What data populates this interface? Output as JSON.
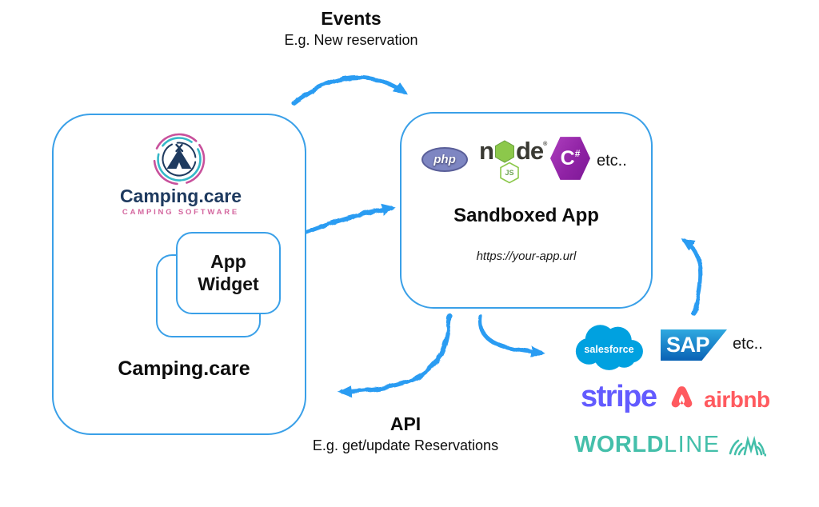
{
  "colors": {
    "box_border_blue": "#3AA0E8",
    "arrow_blue": "#2B9CF2",
    "camping_navy": "#1E3A5F",
    "camping_pink": "#D4679F",
    "php_purple": "#7E86C2",
    "node_green": "#8CC84B",
    "csharp_purple": "#9023A5",
    "salesforce_blue": "#00A1E0",
    "sap_blue": "#0A62B5",
    "stripe_purple": "#635BFF",
    "airbnb_coral": "#FF5A5F",
    "worldline_teal": "#44BFAA"
  },
  "events_label": {
    "title": "Events",
    "subtitle": "E.g. New reservation"
  },
  "api_label": {
    "title": "API",
    "subtitle": "E.g. get/update Reservations"
  },
  "camping_box": {
    "logo_wordmark": "Camping.care",
    "logo_tagline": "CAMPING SOFTWARE",
    "widget_label": "App Widget",
    "name_label": "Camping.care"
  },
  "sandbox_box": {
    "title": "Sandboxed App",
    "url": "https://your-app.url",
    "php_label": "php",
    "node_prefix": "n",
    "node_suffix": "de",
    "node_reg": "®",
    "node_js_badge": "JS",
    "csharp_letter": "C",
    "csharp_hash": "#",
    "etc_label": "etc.."
  },
  "integrations": {
    "salesforce_label": "salesforce",
    "sap_label": "SAP",
    "etc_label": "etc..",
    "stripe_label": "stripe",
    "airbnb_label": "airbnb",
    "worldline_bold": "WORLD",
    "worldline_light": "LINE"
  }
}
